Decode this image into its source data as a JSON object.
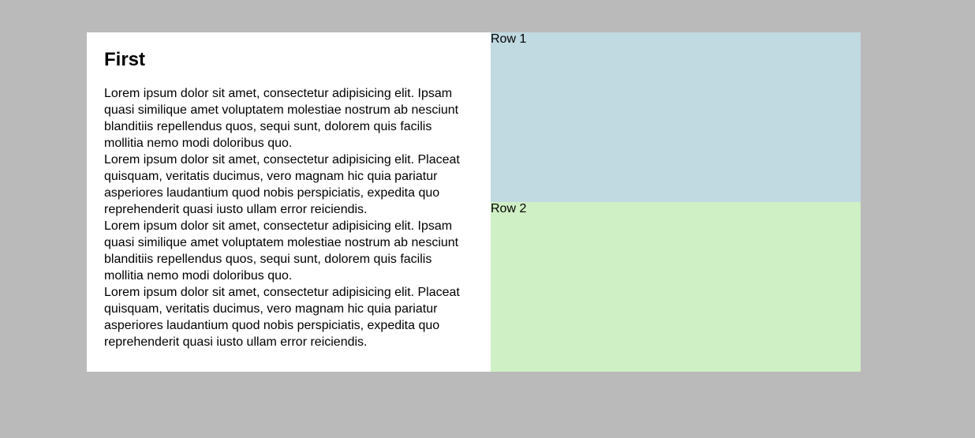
{
  "first": {
    "title": "First",
    "paragraphs": [
      "Lorem ipsum dolor sit amet, consectetur adipisicing elit. Ipsam quasi similique amet voluptatem molestiae nostrum ab nesciunt blanditiis repellendus quos, sequi sunt, dolorem quis facilis mollitia nemo modi doloribus quo.",
      "Lorem ipsum dolor sit amet, consectetur adipisicing elit. Placeat quisquam, veritatis ducimus, vero magnam hic quia pariatur asperiores laudantium quod nobis perspiciatis, expedita quo reprehenderit quasi iusto ullam error reiciendis.",
      "Lorem ipsum dolor sit amet, consectetur adipisicing elit. Ipsam quasi similique amet voluptatem molestiae nostrum ab nesciunt blanditiis repellendus quos, sequi sunt, dolorem quis facilis mollitia nemo modi doloribus quo.",
      "Lorem ipsum dolor sit amet, consectetur adipisicing elit. Placeat quisquam, veritatis ducimus, vero magnam hic quia pariatur asperiores laudantium quod nobis perspiciatis, expedita quo reprehenderit quasi iusto ullam error reiciendis."
    ]
  },
  "rows": {
    "row1_label": "Row 1",
    "row2_label": "Row 2"
  },
  "colors": {
    "page_background": "#bababa",
    "panel_background": "#ffffff",
    "row1_background": "#c1dae1",
    "row2_background": "#cff0c4"
  }
}
